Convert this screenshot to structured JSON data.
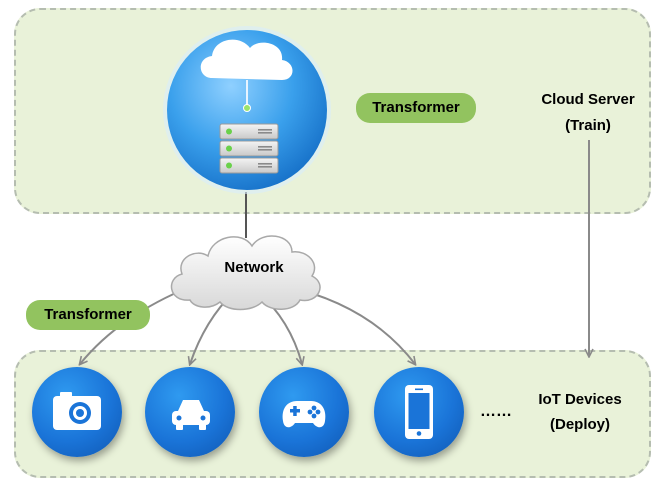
{
  "cloud_server": {
    "title": "Cloud Server",
    "subtitle": "(Train)"
  },
  "iot_devices": {
    "title": "IoT Devices",
    "subtitle": "(Deploy)"
  },
  "model_top": {
    "label": "Transformer"
  },
  "model_bottom": {
    "label": "Transformer"
  },
  "network": {
    "label": "Network"
  },
  "ellipsis": "……",
  "devices": [
    {
      "icon": "camera-icon"
    },
    {
      "icon": "car-icon"
    },
    {
      "icon": "gamepad-icon"
    },
    {
      "icon": "phone-icon"
    }
  ],
  "colors": {
    "panel": "#e9f2d9",
    "pill": "#92c35f",
    "device": "#1a74d8",
    "server_circle": "#2a8fe0"
  }
}
